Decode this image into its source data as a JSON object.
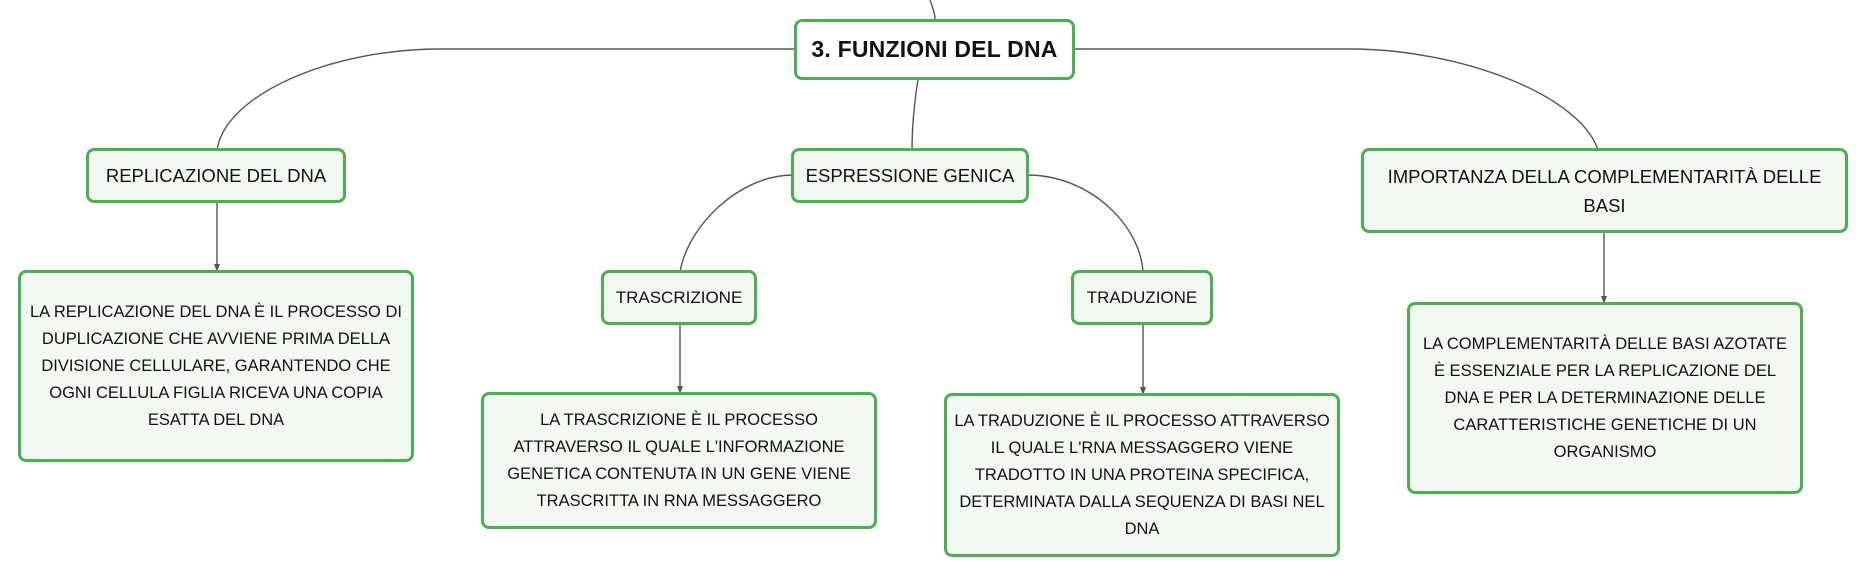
{
  "diagram": {
    "root": {
      "label": "3. FUNZIONI DEL DNA"
    },
    "branches": [
      {
        "label": "REPLICAZIONE DEL DNA",
        "detail": "LA REPLICAZIONE DEL DNA È IL PROCESSO DI DUPLICAZIONE CHE AVVIENE PRIMA DELLA DIVISIONE CELLULARE, GARANTENDO CHE OGNI CELLULA FIGLIA RICEVA UNA COPIA ESATTA DEL DNA"
      },
      {
        "label": "ESPRESSIONE GENICA",
        "children": [
          {
            "label": "TRASCRIZIONE",
            "detail": "LA TRASCRIZIONE È IL PROCESSO ATTRAVERSO IL QUALE L'INFORMAZIONE GENETICA CONTENUTA IN UN GENE VIENE TRASCRITTA IN RNA MESSAGGERO"
          },
          {
            "label": "TRADUZIONE",
            "detail": "LA TRADUZIONE È IL PROCESSO ATTRAVERSO IL QUALE L'RNA MESSAGGERO VIENE TRADOTTO IN UNA PROTEINA SPECIFICA, DETERMINATA DALLA SEQUENZA DI BASI NEL DNA"
          }
        ]
      },
      {
        "label": "IMPORTANZA DELLA COMPLEMENTARITÀ DELLE BASI",
        "detail": "LA COMPLEMENTARITÀ DELLE BASI AZOTATE È ESSENZIALE PER LA REPLICAZIONE DEL DNA E PER LA DETERMINAZIONE DELLE CARATTERISTICHE GENETICHE DI UN ORGANISMO"
      }
    ]
  },
  "colors": {
    "node_border": "#4caf50",
    "node_fill": "#f2f9f3",
    "root_fill": "#ffffff",
    "connector": "#555555"
  }
}
